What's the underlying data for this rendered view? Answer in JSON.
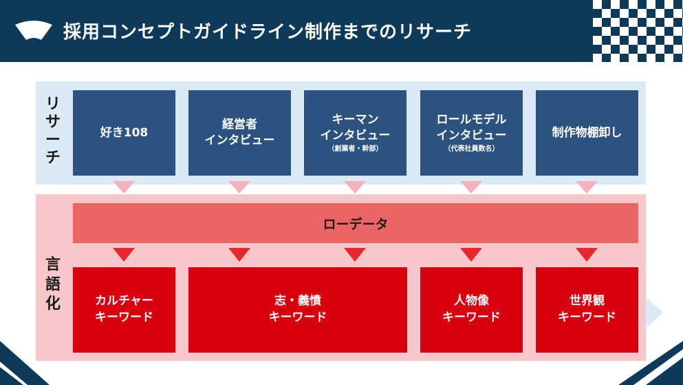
{
  "header": {
    "title": "採用コンセプトガイドライン制作までのリサーチ",
    "icon": "fan-icon"
  },
  "colors": {
    "navy": "#0e3a5a",
    "research_band": "#dceaf6",
    "research_box": "#2c527f",
    "language_band": "#f8c7cc",
    "raw_data": "#ec6566",
    "keyword_box": "#d90010"
  },
  "research": {
    "label": [
      "リ",
      "サ",
      "ー",
      "チ"
    ],
    "items": [
      {
        "lines": [
          "好き108"
        ],
        "sub": ""
      },
      {
        "lines": [
          "経営者",
          "インタビュー"
        ],
        "sub": ""
      },
      {
        "lines": [
          "キーマン",
          "インタビュー"
        ],
        "sub": "（創業者・幹部）"
      },
      {
        "lines": [
          "ロールモデル",
          "インタビュー"
        ],
        "sub": "（代表社員数名）"
      },
      {
        "lines": [
          "制作物棚卸し"
        ],
        "sub": ""
      }
    ]
  },
  "language": {
    "label": [
      "言",
      "語",
      "化"
    ],
    "raw_data": "ローデータ",
    "keywords": [
      {
        "line1": "カルチャー",
        "line2": "キーワード"
      },
      {
        "line1": "志・義憤",
        "line2": "キーワード"
      },
      {
        "line1": "人物像",
        "line2": "キーワード"
      },
      {
        "line1": "世界観",
        "line2": "キーワード"
      }
    ]
  }
}
